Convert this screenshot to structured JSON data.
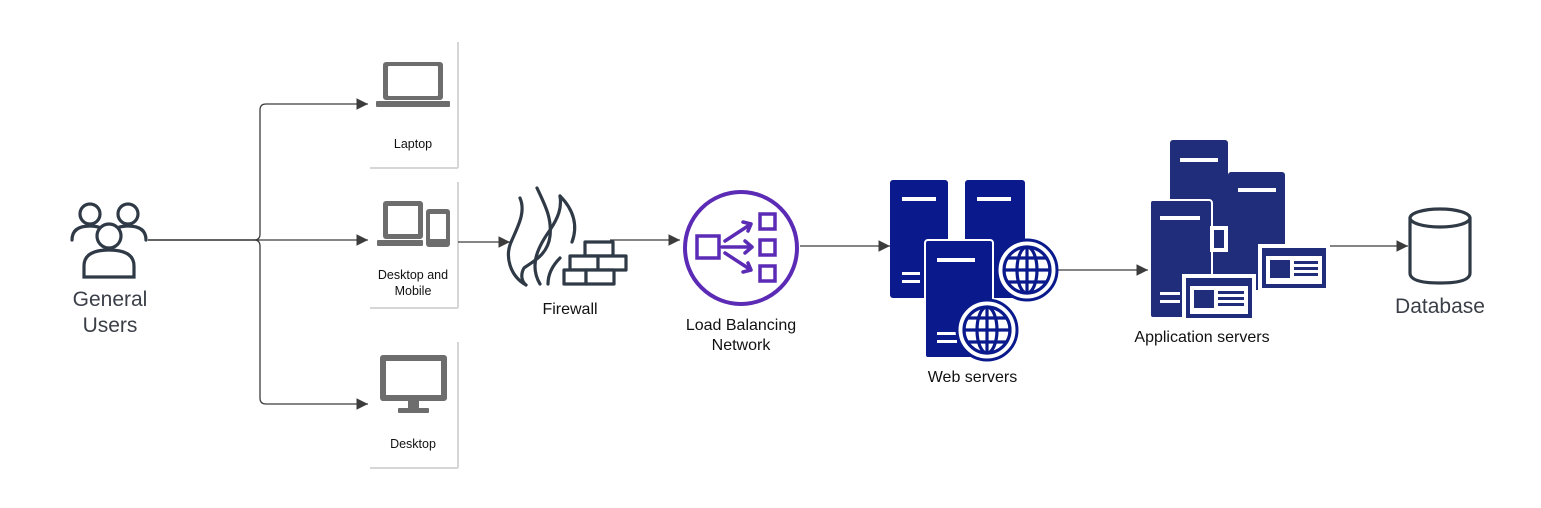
{
  "nodes": {
    "users": {
      "label_line1": "General",
      "label_line2": "Users",
      "icon": "users-icon"
    },
    "laptop": {
      "label": "Laptop",
      "icon": "laptop-icon"
    },
    "desktop_mobile": {
      "label_line1": "Desktop and",
      "label_line2": "Mobile",
      "icon": "desktop-and-mobile-icon"
    },
    "desktop": {
      "label": "Desktop",
      "icon": "monitor-icon"
    },
    "firewall": {
      "label": "Firewall",
      "icon": "firewall-icon"
    },
    "load_balancer": {
      "label_line1": "Load Balancing",
      "label_line2": "Network",
      "icon": "load-balancer-icon"
    },
    "web_servers": {
      "label": "Web servers",
      "icon": "web-server-icon"
    },
    "app_servers": {
      "label": "Application servers",
      "icon": "application-server-icon"
    },
    "database": {
      "label": "Database",
      "icon": "database-icon"
    }
  },
  "colors": {
    "device_gray": "#6d6d6d",
    "outline_dark": "#2f3a46",
    "load_balancer_purple": "#5b2bb5",
    "web_server_navy": "#0a1a8c",
    "app_server_navy": "#1f2d7a",
    "connector": "#3c3c3c"
  }
}
